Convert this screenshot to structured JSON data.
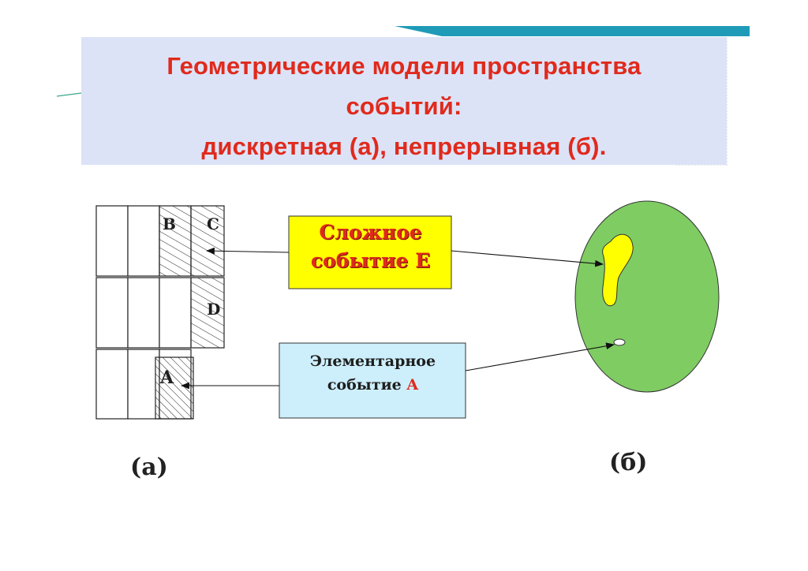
{
  "title": {
    "line1": "Геометрические модели пространства",
    "line2": "событий:",
    "line3": "дискретная (а), непрерывная (б)."
  },
  "grid_labels": {
    "b": "B",
    "c": "C",
    "d": "D",
    "a": "A"
  },
  "complex_event": {
    "line1": "Сложное",
    "line2": "событие E"
  },
  "elementary_event": {
    "line1": "Элементарное",
    "line2_prefix": "событие ",
    "line2_highlight": "A"
  },
  "captions": {
    "discrete": "(а)",
    "continuous": "(б)"
  },
  "colors": {
    "title": "#e02a1c",
    "title_band": "#dce3f7",
    "complex_box": "#ffff00",
    "elementary_box": "#cdeffb",
    "ellipse": "#7fcc63",
    "blob": "#ffff00",
    "accent_teal": "#1f9bb8"
  }
}
